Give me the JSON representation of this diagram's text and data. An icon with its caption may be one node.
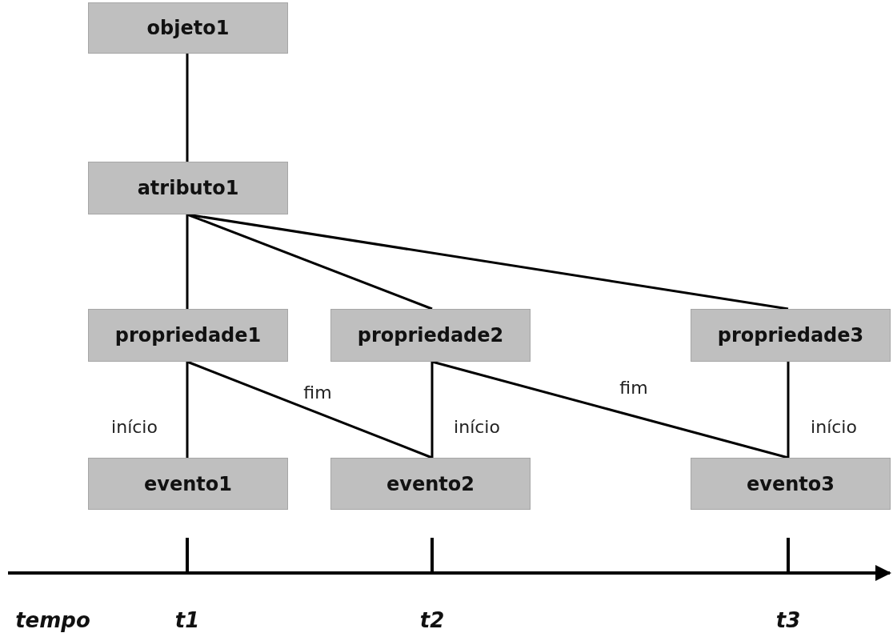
{
  "diagram": {
    "nodes": [
      {
        "text": [
          "objeto1"
        ]
      },
      {
        "text": [
          "atributo1"
        ]
      },
      {
        "text": [
          "propriedade1"
        ]
      },
      {
        "text": [
          "propriedade2"
        ]
      },
      {
        "text": [
          "propriedade3"
        ]
      },
      {
        "text": [
          "evento1"
        ]
      },
      {
        "text": [
          "evento2"
        ]
      },
      {
        "text": [
          "evento3"
        ]
      }
    ],
    "edges": [
      {
        "from": 0,
        "to": 1,
        "arrow": "none"
      },
      {
        "from": 1,
        "to": 2,
        "arrow": "none"
      },
      {
        "from": 1,
        "to": 3,
        "arrow": "none"
      },
      {
        "from": 1,
        "to": 4,
        "arrow": "none"
      },
      {
        "from": 2,
        "to": 5,
        "arrow": "none",
        "label": "início"
      },
      {
        "from": 2,
        "to": 6,
        "arrow": "none",
        "label": "fim"
      },
      {
        "from": 3,
        "to": 6,
        "arrow": "none",
        "label": "início"
      },
      {
        "from": 3,
        "to": 7,
        "arrow": "none",
        "label": "fim"
      },
      {
        "from": 4,
        "to": 7,
        "arrow": "none",
        "label": "início"
      }
    ],
    "labels": [
      "tempo",
      "t1",
      "t2",
      "t3"
    ]
  }
}
